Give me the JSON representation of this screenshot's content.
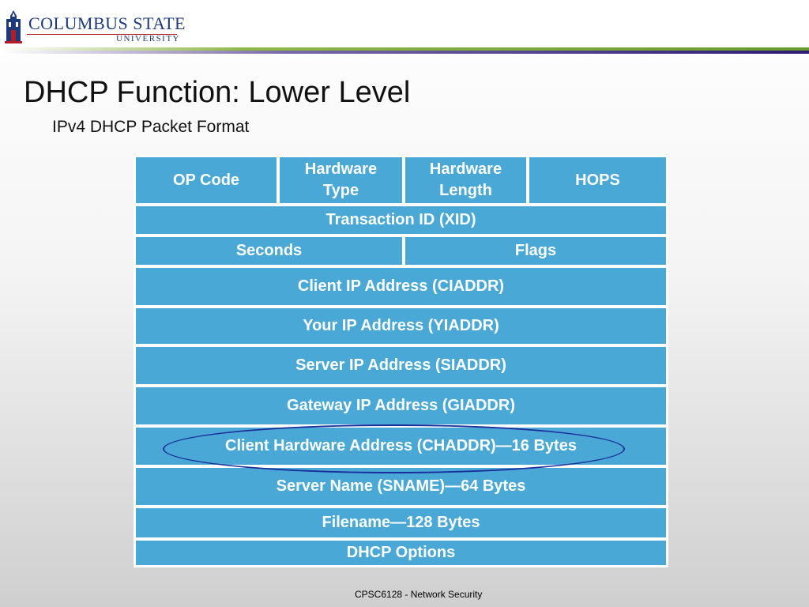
{
  "header": {
    "logo_line1": "COLUMBUS STATE",
    "logo_line2": "UNIVERSITY",
    "colors": {
      "brand_blue": "#1f3a7a",
      "brand_red": "#b01e2a",
      "bar_green": "#6a9a2c",
      "bar_purple": "#2d1a78"
    }
  },
  "slide": {
    "title": "DHCP Function: Lower Level",
    "subtitle": "IPv4 DHCP Packet Format",
    "footer": "CPSC6128 - Network Security"
  },
  "packet": {
    "cell_color": "#49a8d5",
    "row1": [
      "OP Code",
      "Hardware Type",
      "Hardware Length",
      "HOPS"
    ],
    "xid": "Transaction ID (XID)",
    "seconds": "Seconds",
    "flags": "Flags",
    "ciaddr": "Client IP Address (CIADDR)",
    "yiaddr": "Your IP Address (YIADDR)",
    "siaddr": "Server IP Address (SIADDR)",
    "giaddr": "Gateway IP Address (GIADDR)",
    "chaddr": "Client Hardware Address (CHADDR)—16 Bytes",
    "sname": "Server Name (SNAME)—64 Bytes",
    "filename": "Filename—128 Bytes",
    "options": "DHCP Options",
    "highlight_color": "#1c2e9c"
  }
}
